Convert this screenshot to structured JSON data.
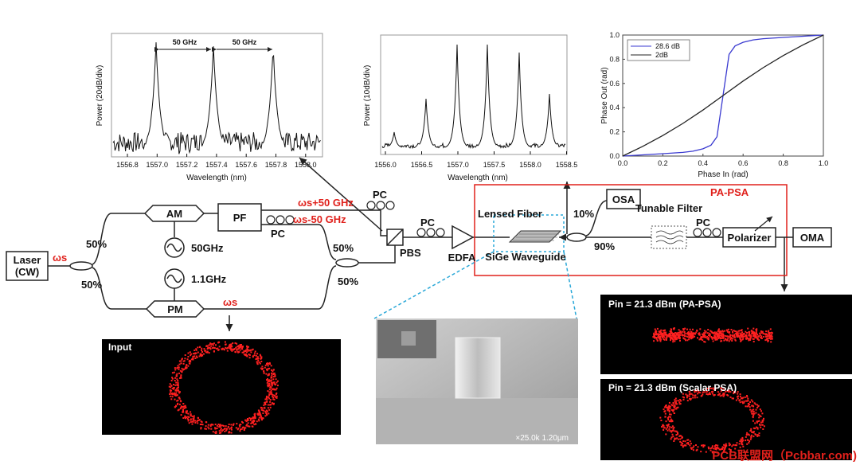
{
  "spectrum1": {
    "ylabel": "Power (20dB/div)",
    "xlabel": "Wavelength (nm)",
    "ticks": [
      "1556.8",
      "1557.0",
      "1557.2",
      "1557.4",
      "1557.6",
      "1557.8",
      "1558.0"
    ],
    "spacing_labels": [
      "50 GHz",
      "50 GHz"
    ]
  },
  "spectrum2": {
    "ylabel": "Power (10dB/div)",
    "xlabel": "Wavelength (nm)",
    "ticks": [
      "1556.0",
      "1556.5",
      "1557.0",
      "1557.5",
      "1558.0",
      "1558.5"
    ]
  },
  "chart_data": {
    "type": "line",
    "xlabel": "Phase In (rad)",
    "ylabel": "Phase Out (rad)",
    "xlim": [
      0,
      1
    ],
    "ylim": [
      0,
      1
    ],
    "xticks": [
      "0.0",
      "0.2",
      "0.4",
      "0.6",
      "0.8",
      "1.0"
    ],
    "yticks": [
      "0.0",
      "0.2",
      "0.4",
      "0.6",
      "0.8",
      "1.0"
    ],
    "legend_position": "top-left",
    "series": [
      {
        "name": "28.6 dB",
        "color": "#3a3ad0",
        "x": [
          0,
          0.1,
          0.2,
          0.3,
          0.35,
          0.4,
          0.44,
          0.47,
          0.5,
          0.53,
          0.56,
          0.6,
          0.65,
          0.7,
          0.8,
          0.9,
          1.0
        ],
        "y": [
          0,
          0.01,
          0.02,
          0.03,
          0.04,
          0.06,
          0.09,
          0.16,
          0.5,
          0.84,
          0.91,
          0.94,
          0.96,
          0.97,
          0.98,
          0.99,
          1.0
        ]
      },
      {
        "name": "2dB",
        "color": "#222222",
        "x": [
          0,
          0.1,
          0.2,
          0.3,
          0.4,
          0.5,
          0.6,
          0.7,
          0.8,
          0.9,
          1.0
        ],
        "y": [
          0,
          0.08,
          0.17,
          0.27,
          0.38,
          0.5,
          0.62,
          0.73,
          0.83,
          0.92,
          1.0
        ]
      }
    ]
  },
  "setup": {
    "laser": "Laser",
    "laser_cw": "(CW)",
    "omega_s": "ωs",
    "coupler_50_top": "50%",
    "coupler_50_bottom": "50%",
    "coupler_50_right_top": "50%",
    "coupler_50_right_bottom": "50%",
    "am": "AM",
    "pm": "PM",
    "pf": "PF",
    "rf_50": "50GHz",
    "rf_11": "1.1GHz",
    "pc": "PC",
    "omega_plus": "ωs+50 GHz",
    "omega_minus": "ωs-50 GHz",
    "pbs": "PBS",
    "edfa": "EDFA",
    "lensed_fiber": "Lensed Fiber",
    "sige_wg": "SiGe Waveguide",
    "tap_10": "10%",
    "tap_90": "90%",
    "osa": "OSA",
    "tunable_filter": "Tunable Filter",
    "polarizer": "Polarizer",
    "oma": "OMA",
    "pa_psa": "PA-PSA"
  },
  "constellations": {
    "input": "Input",
    "pa_psa": "Pin = 21.3 dBm (PA-PSA)",
    "scalar": "Pin = 21.3 dBm (Scalar PSA)"
  },
  "sem": {
    "scale": "×25.0k 1.20μm"
  },
  "watermark": "PCB联盟网（Pcbbar.com)"
}
